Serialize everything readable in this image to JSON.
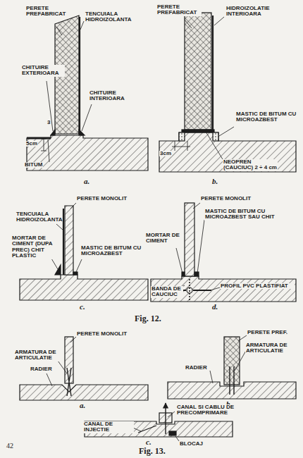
{
  "diagram": {
    "labels": [
      "PERETE PREFABRICAT",
      "TENCUIALA HIDROIZOLANTA",
      "CHITUIRE EXTERIOARA",
      "CHITUIRE INTERIOARA",
      "3",
      "5cm",
      "BITUM",
      "a.",
      "PERETE PREFABRICAT",
      "HIDROIZOLATIE INTERIOARA",
      "3cm",
      "MASTIC DE BITUM CU MICROAZBEST",
      "NEOPREN (CAUCIUC) 2 ÷ 4 cm",
      "b.",
      "PERETE MONOLIT",
      "TENCUIALA HIDROIZOLANTA",
      "MORTAR DE CIMENT (DUPA PREC) CHIT PLASTIC",
      "MASTIC DE BITUM CU MICROAZBEST",
      "c.",
      "PERETE MONOLIT",
      "MASTIC DE BITUM CU MICROAZBEST SAU CHIT",
      "MORTAR DE CIMENT",
      "BANDA DE CAUCIUC",
      "PROFIL PVC PLASTIFIAT",
      "d.",
      "Fig. 12.",
      "PERETE MONOLIT",
      "ARMATURA DE ARTICULATIE",
      "RADIER",
      "a.",
      "PERETE PREF.",
      "ARMATURA DE ARTICULATIE",
      "RADIER",
      "b.",
      "CANAL SI CABLU DE PRECOMPRIMARE",
      "CANAL DE INJECTIE",
      "BLOCAJ",
      "c.",
      "Fig. 13.",
      "42"
    ]
  }
}
